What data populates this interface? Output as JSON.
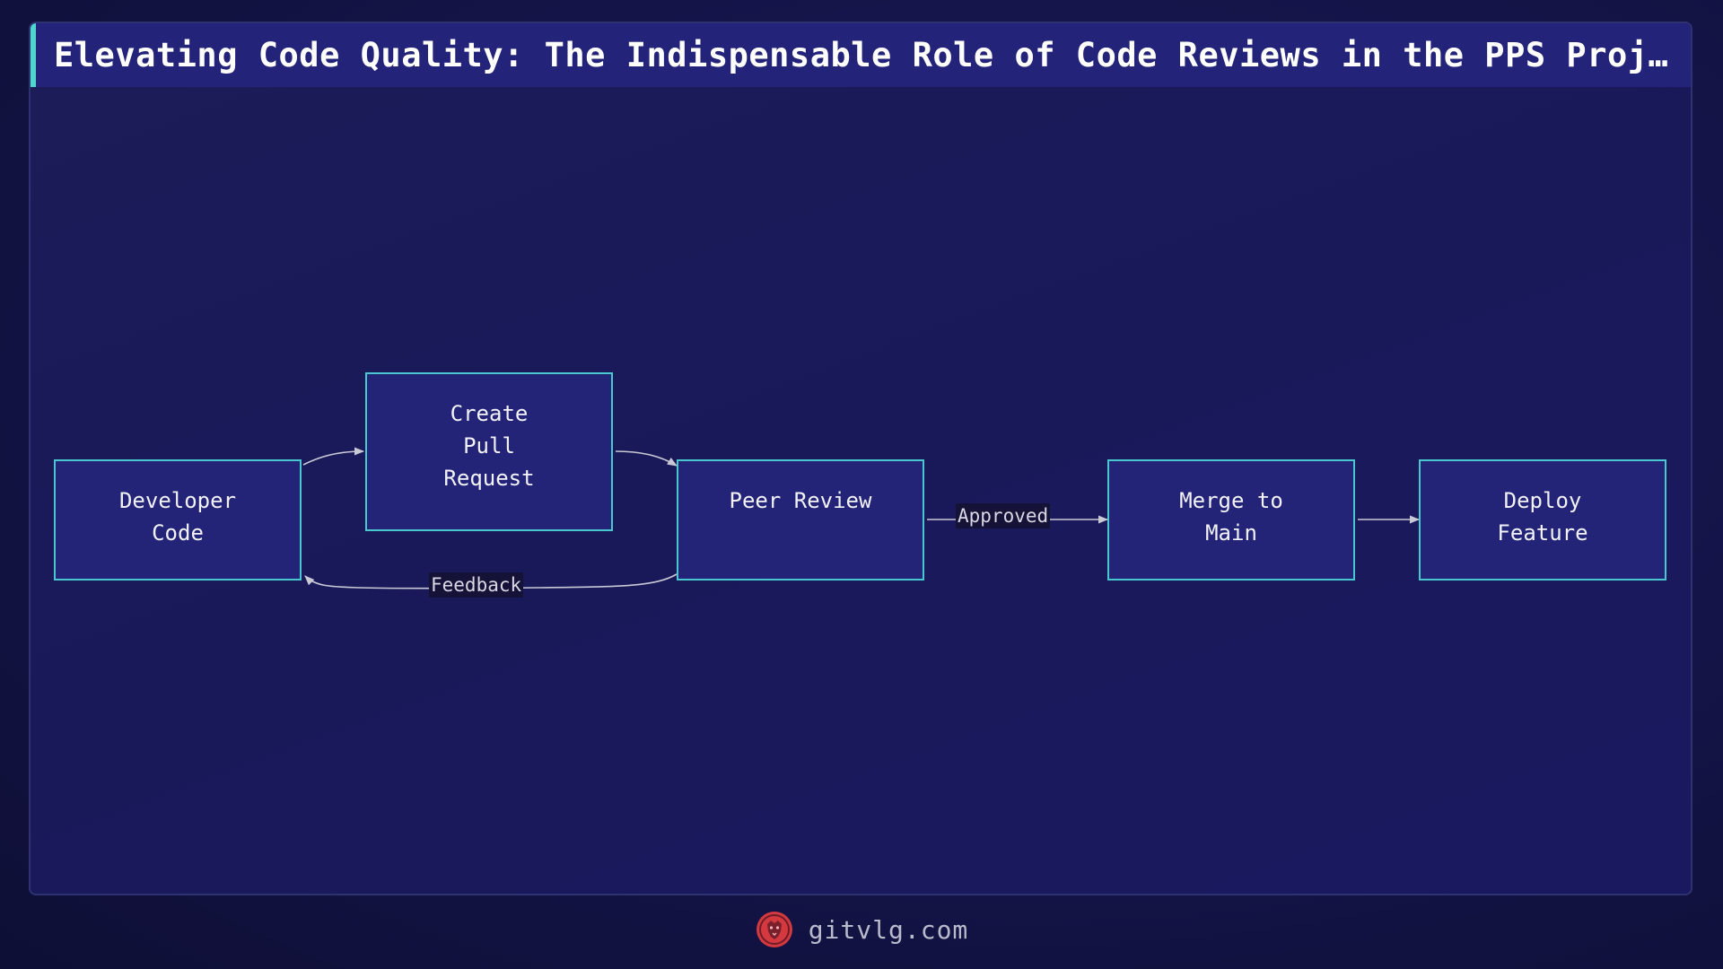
{
  "title": "Elevating Code Quality: The Indispensable Role of Code Reviews in the PPS Proje…",
  "nodes": {
    "developer_code": "Developer Code",
    "create_pull_request": "Create Pull Request",
    "peer_review": "Peer Review",
    "merge_to_main": "Merge to Main",
    "deploy_feature": "Deploy Feature"
  },
  "edges": {
    "approved": "Approved",
    "feedback": "Feedback"
  },
  "footer": {
    "site": "gitvlg.com",
    "logo_icon": "lion-head-logo"
  },
  "colors": {
    "background": "#141448",
    "title_bar": "#23237a",
    "title_accent": "#4fd6cf",
    "node_fill": "#232378",
    "node_border": "#49c7cf",
    "edge_stroke": "#c9c9d6",
    "logo": "#d4393f"
  }
}
